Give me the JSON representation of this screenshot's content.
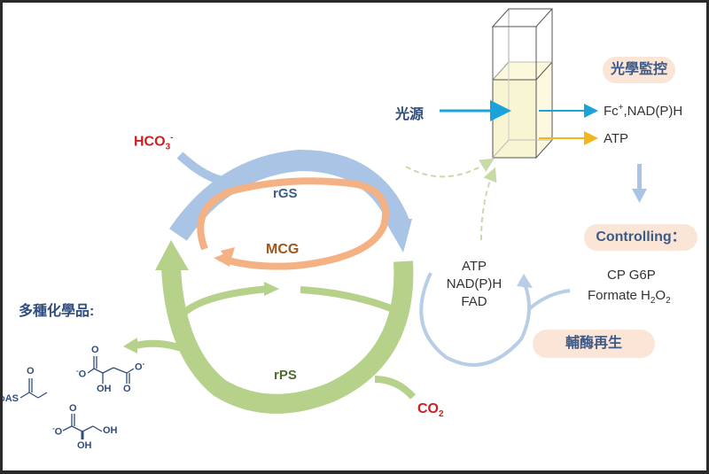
{
  "colors": {
    "rgs": "#a9c4e4",
    "mcg": "#f4b183",
    "rps": "#b5d18a",
    "light_blue": "#1aa3db",
    "yellow": "#f2b71c",
    "pill_bg": "#fbe5d6",
    "red": "#cc1f1f",
    "navy": "#2f4d7e"
  },
  "cycles": {
    "rgs": "rGS",
    "mcg": "MCG",
    "rps": "rPS"
  },
  "inputs": {
    "hco3_main": "HCO",
    "hco3_sub": "3",
    "hco3_sup": "-",
    "co2_main": "CO",
    "co2_sub": "2"
  },
  "light_source": "光源",
  "optical_monitoring": {
    "label": "光學監控",
    "outputs": [
      {
        "main": "Fc",
        "sup": "+",
        "rest": ",NAD(P)H"
      },
      {
        "main": "ATP"
      }
    ]
  },
  "controlling": {
    "label": "Controlling：",
    "line1": "CP G6P",
    "line2_main": "Formate H",
    "line2_sub1": "2",
    "line2_mid": "O",
    "line2_sub2": "2"
  },
  "cofactors": {
    "lines": [
      "ATP",
      "NAD(P)H",
      "FAD"
    ],
    "regeneration_label": "輔酶再生"
  },
  "chemicals": {
    "label": "多種化學品:",
    "acetyl_coa_fragment": "oAS",
    "atoms": {
      "O": "O",
      "OH": "OH",
      "O_minus": "O",
      "minus": "-"
    }
  }
}
